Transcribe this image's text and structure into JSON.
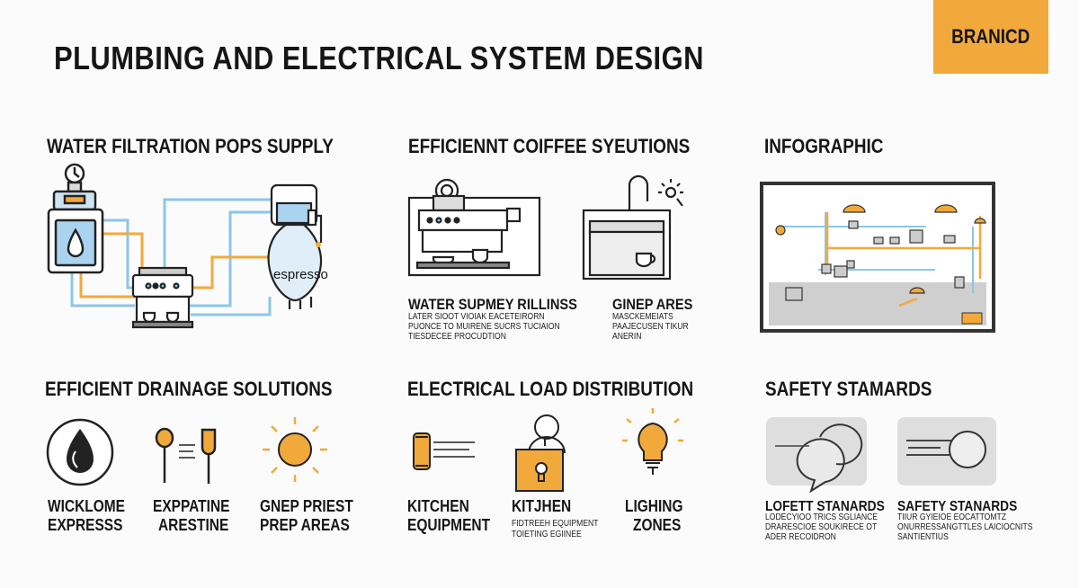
{
  "header": {
    "title": "PLUMBING AND ELECTRICAL SYSTEM DESIGN",
    "brand": "BRANICD"
  },
  "colors": {
    "accent": "#f2a93b",
    "pipe_blue": "#8cc6e8",
    "ink": "#161616"
  },
  "sections": {
    "water": {
      "heading": "WATER FILTRATION POPS SUPPLY",
      "espresso_label": "espresso"
    },
    "coffee": {
      "heading": "EFFICIENNT COIFFEE SYEUTIONS",
      "left": {
        "title": "WATER SUPMEY RILLINSS",
        "lines": [
          "LATER SIOOT VIOIAK EACETEIRORN",
          "PUONCE TO MUIRENE SUCRS TUCIAION",
          "TIESDECEE PROCUDTION"
        ]
      },
      "right": {
        "title": "GINEP ARES",
        "lines": [
          "MASCKEMEIATS",
          "PAAJECUSEN TIKUR",
          "ANERIN"
        ]
      }
    },
    "infographic": {
      "heading": "INFOGRAPHIC"
    },
    "drainage": {
      "heading": "EFFICIENT DRAINAGE SOLUTIONS",
      "items": [
        {
          "icon": "water-drop-icon",
          "label1": "WICKLOME",
          "label2": "EXPRESSS"
        },
        {
          "icon": "utensils-icon",
          "label1": "EXPPATINE",
          "label2": "ARESTINE"
        },
        {
          "icon": "sun-icon",
          "label1": "GNEP PRIEST",
          "label2": "PREP AREAS"
        }
      ]
    },
    "electrical": {
      "heading": "ELECTRICAL LOAD DISTRIBUTION",
      "items": [
        {
          "icon": "kitchen-equipment-icon",
          "label1": "KITCHEN",
          "label2": "EQUIPMENT",
          "lines": []
        },
        {
          "icon": "outlet-person-icon",
          "label1": "KITJHEN",
          "label2": "",
          "lines": [
            "FIDTREEH EQUIPMENT",
            "TOIETING EGIINEE"
          ]
        },
        {
          "icon": "lightbulb-icon",
          "label1": "LIGHING",
          "label2": "ZONES",
          "lines": []
        }
      ]
    },
    "safety": {
      "heading": "SAFETY STAMARDS",
      "left": {
        "title": "LOFETT STANARDS",
        "lines": [
          "LODECYIOO TRICS SGLIANCE",
          "DRARESCIOE SOUKIRECE OT",
          "ADER RECOIDRON"
        ]
      },
      "right": {
        "title": "SAFETY STANARDS",
        "lines": [
          "TIIUR GYIEIOE EOCATTOMTZ",
          "ONURRESSANGTTLES LAICIOCNITS",
          "SANTIENTIUS"
        ]
      }
    }
  }
}
